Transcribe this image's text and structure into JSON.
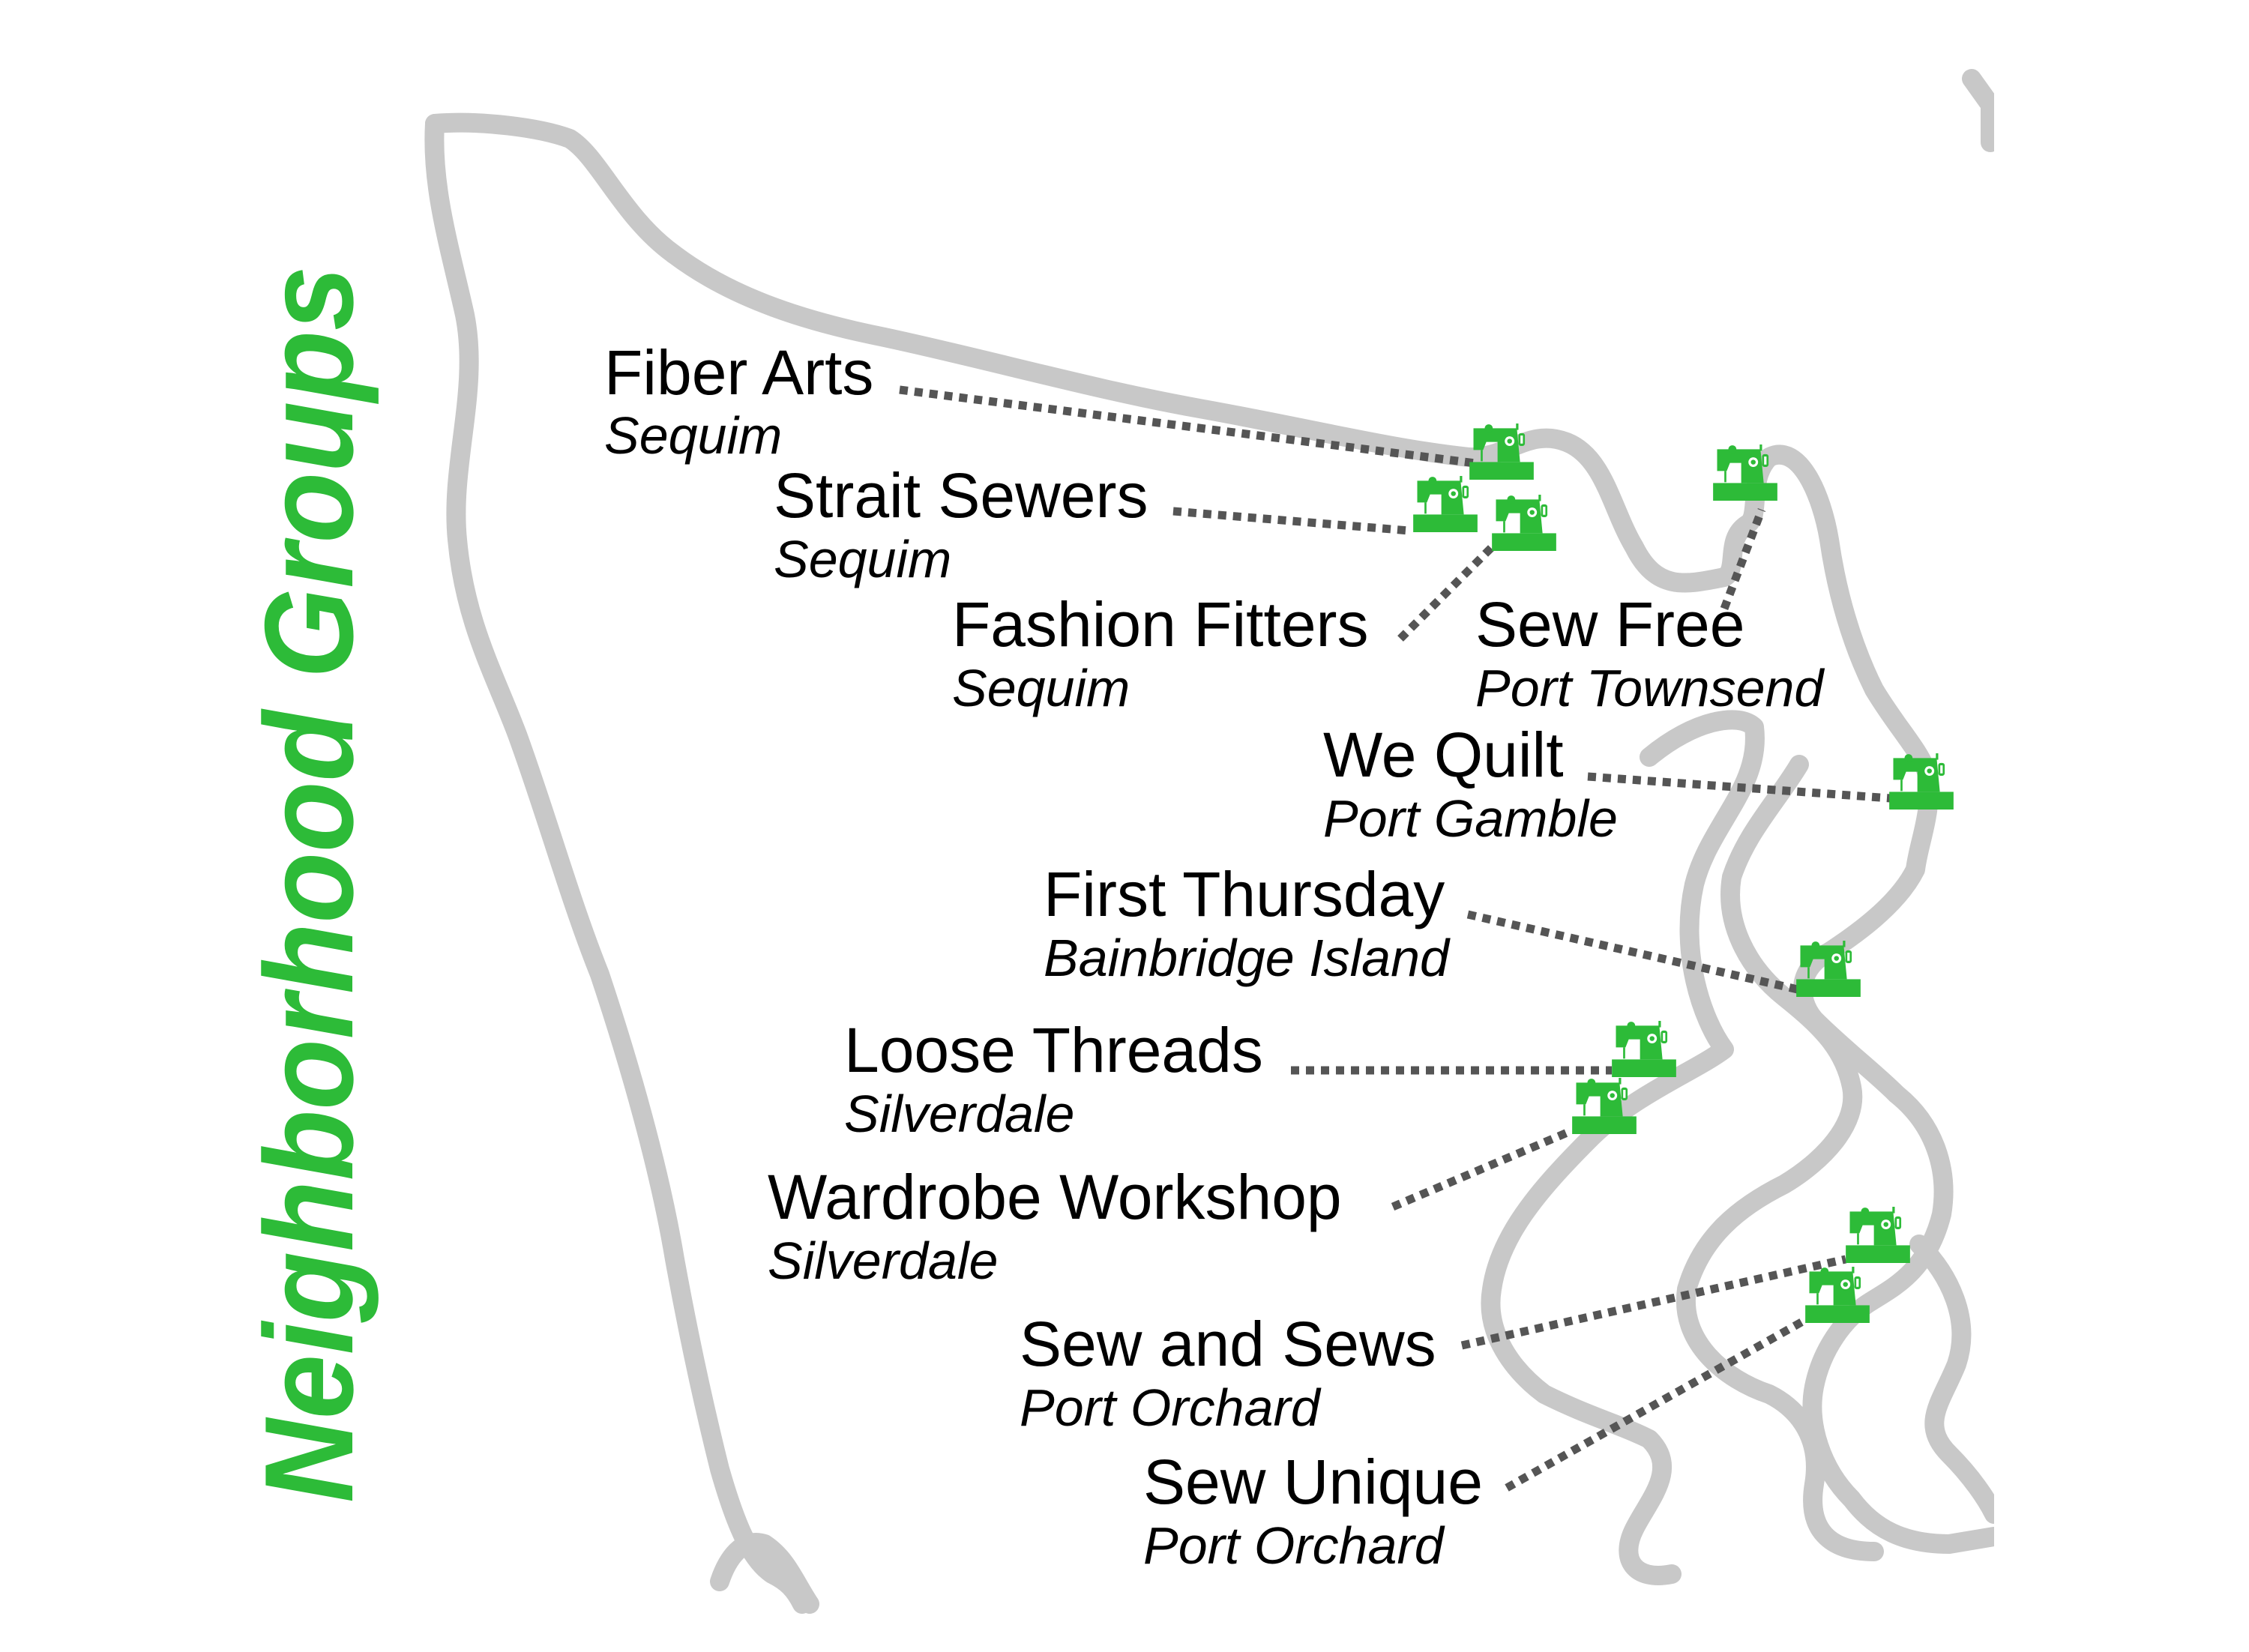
{
  "title": "Neighborhood Groups",
  "colors": {
    "accent": "#2dbb38",
    "outline": "#c8c8c8",
    "leader": "#555555",
    "text": "#000000"
  },
  "marker_icon": "sewing-machine-icon",
  "groups": [
    {
      "name": "Fiber Arts",
      "city": "Sequim"
    },
    {
      "name": "Strait Sewers",
      "city": "Sequim"
    },
    {
      "name": "Fashion Fitters",
      "city": "Sequim"
    },
    {
      "name": "Sew Free",
      "city": "Port Townsend"
    },
    {
      "name": "We Quilt",
      "city": "Port Gamble"
    },
    {
      "name": "First Thursday",
      "city": "Bainbridge Island"
    },
    {
      "name": "Loose Threads",
      "city": "Silverdale"
    },
    {
      "name": "Wardrobe Workshop",
      "city": "Silverdale"
    },
    {
      "name": "Sew and Sews",
      "city": "Port Orchard"
    },
    {
      "name": "Sew Unique",
      "city": "Port Orchard"
    }
  ]
}
